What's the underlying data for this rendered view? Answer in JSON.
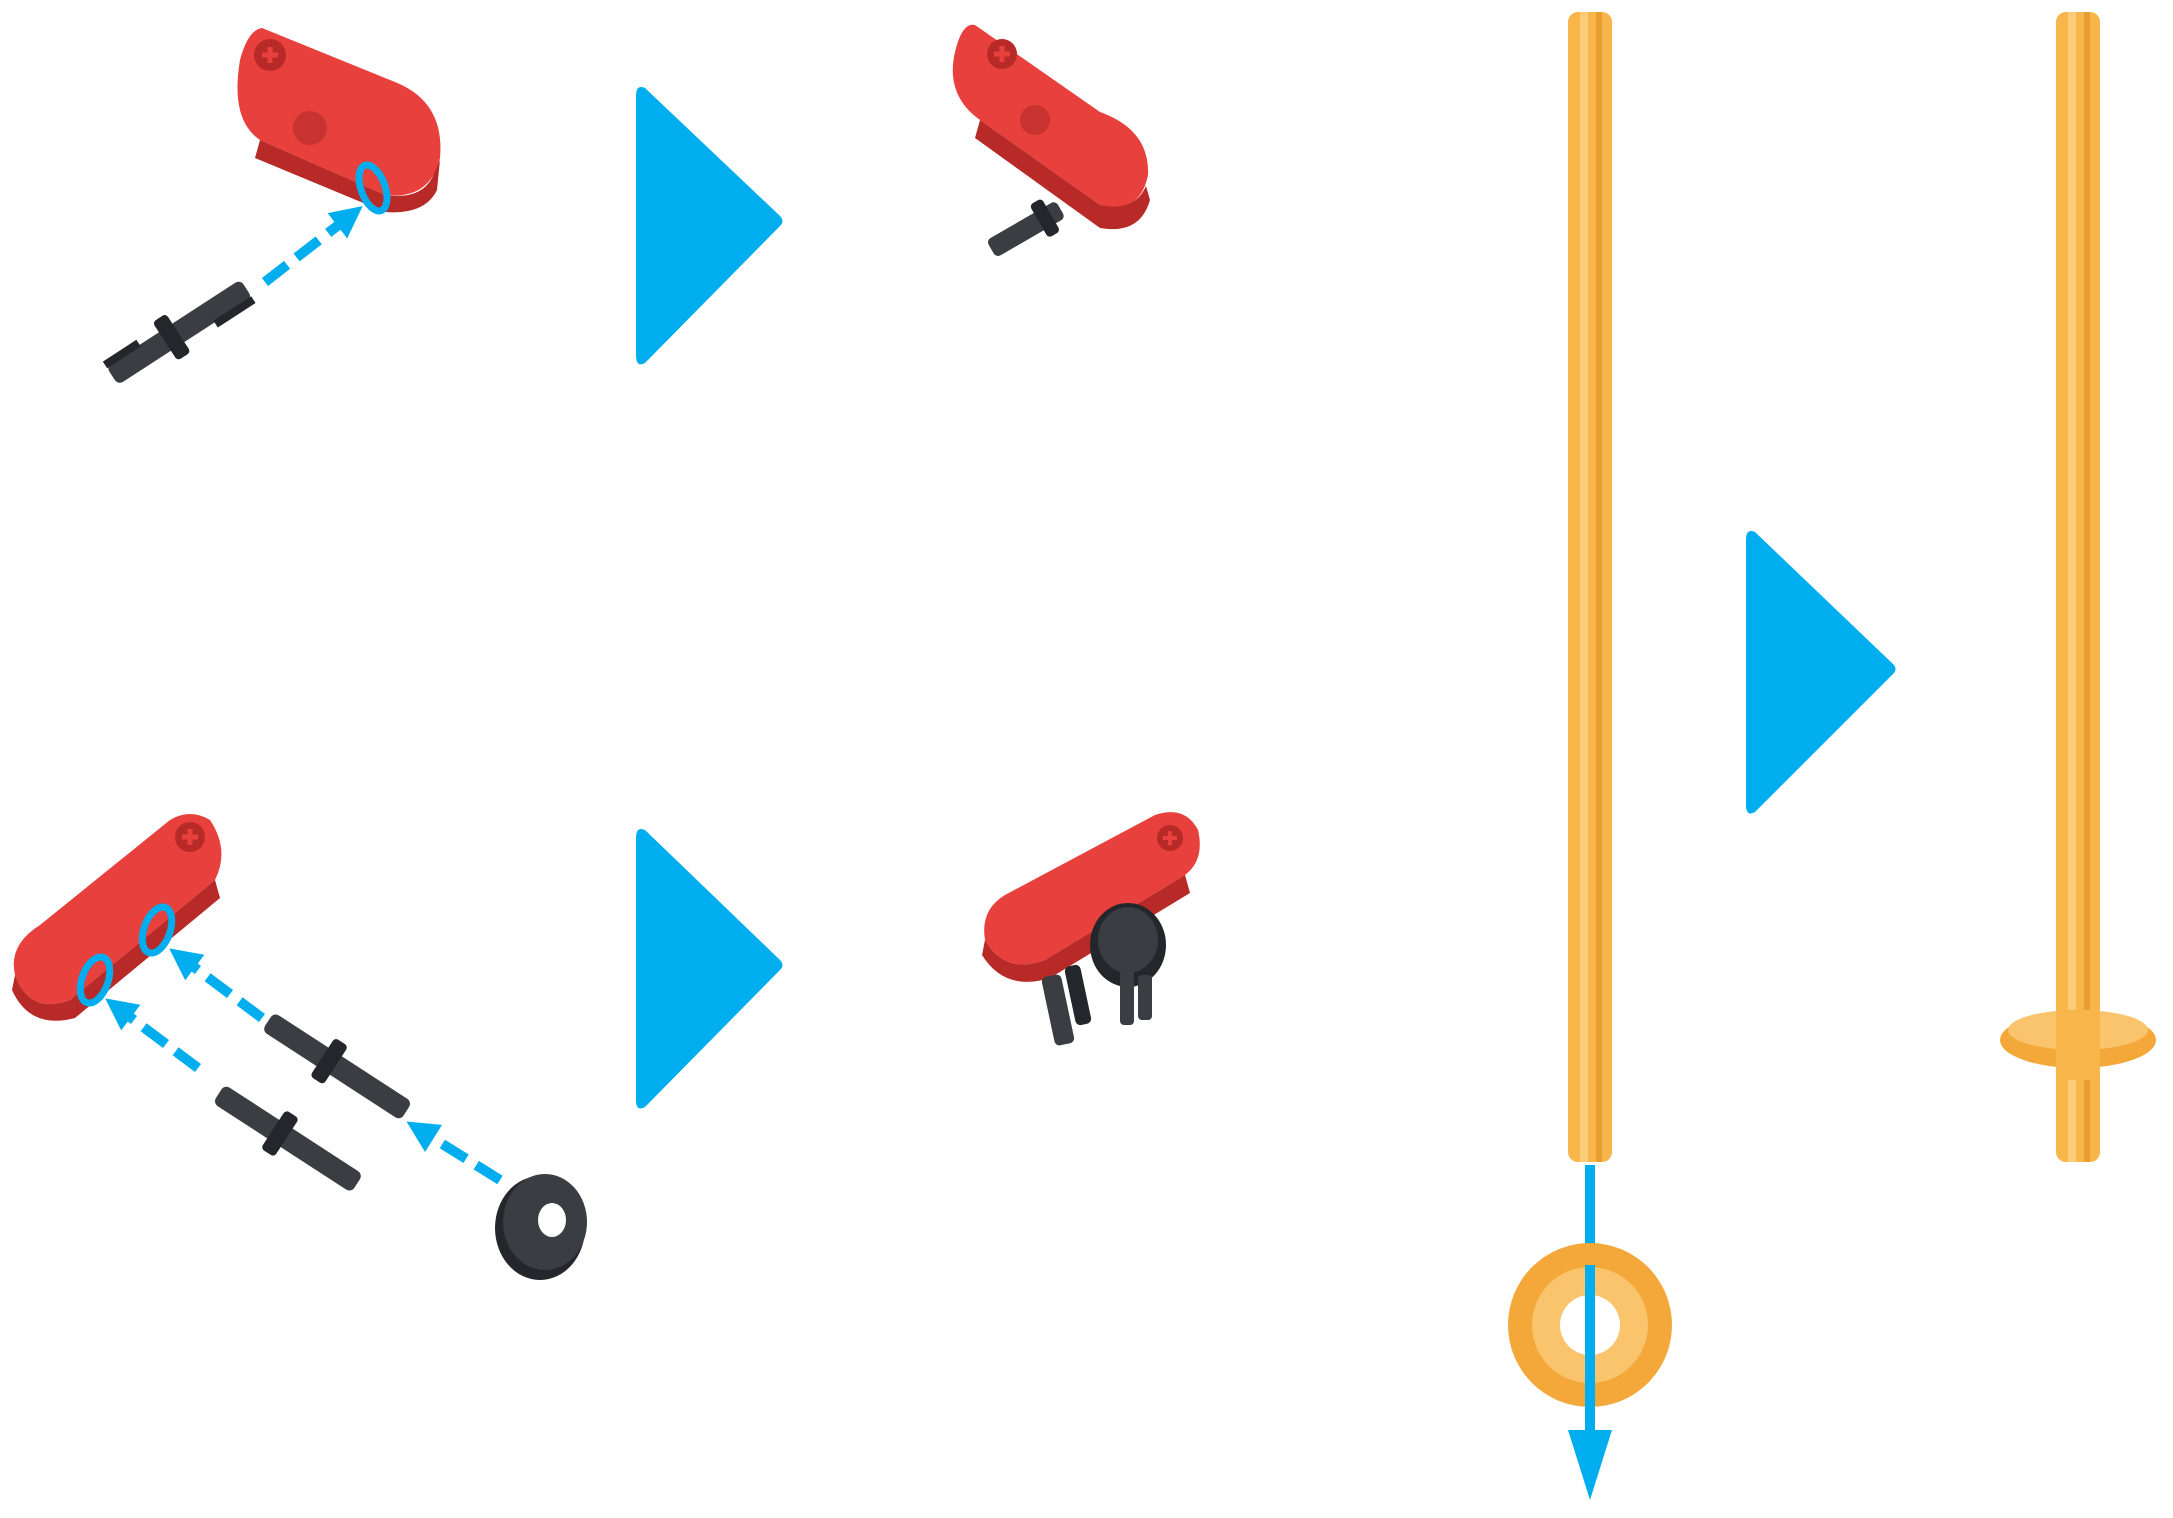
{
  "diagram": {
    "kind": "assembly-instructions",
    "colors": {
      "background": "#ffffff",
      "arrow_blue": "#00aeef",
      "beam_red": "#e8403c",
      "beam_red_dark": "#b82a27",
      "pin_black": "#3a3d42",
      "pin_dark": "#23262a",
      "shaft_yellow": "#f7b54a",
      "shaft_yellow_light": "#fbcd7a",
      "gear_orange": "#f4a83a"
    },
    "steps": [
      {
        "name": "step-1",
        "parts": [
          "red-beam",
          "black-pin"
        ],
        "result": "red-beam-with-pin"
      },
      {
        "name": "step-2",
        "parts": [
          "red-beam",
          "black-pin",
          "black-pin",
          "black-washer"
        ],
        "result": "red-beam-with-pins-and-washer"
      },
      {
        "name": "step-3",
        "parts": [
          "yellow-shaft",
          "orange-gear"
        ],
        "result": "yellow-shaft-with-gear"
      }
    ]
  }
}
